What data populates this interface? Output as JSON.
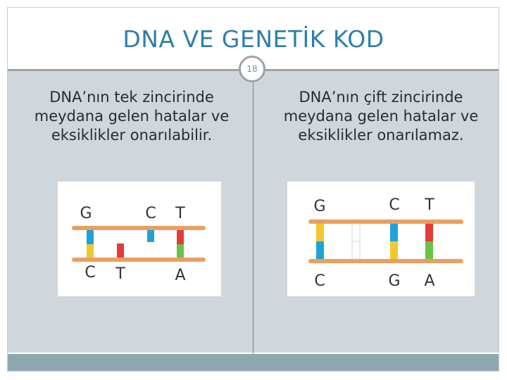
{
  "slide": {
    "title": "DNA VE GENETİK KOD",
    "page_number": "18"
  },
  "left": {
    "text": "DNA’nın tek zincirinde meydana gelen hatalar ve eksiklikler onarılabilir.",
    "top_labels": [
      "G",
      "C",
      "T"
    ],
    "bottom_labels": [
      "C",
      "T",
      "A"
    ]
  },
  "right": {
    "text": "DNA’nın çift zincirinde meydana gelen hatalar ve eksiklikler onarılamaz.",
    "top_labels": [
      "G",
      "C",
      "T"
    ],
    "bottom_labels": [
      "C",
      "G",
      "A"
    ]
  },
  "colors": {
    "title": "#2f7fa8",
    "content_background": "#cfd6dc",
    "bottom_bar": "#8ea8b2",
    "strand": "#e8a060",
    "blue": "#1fa3d6",
    "yellow": "#f2c832",
    "red": "#e63a3a",
    "green": "#6ac24a"
  }
}
